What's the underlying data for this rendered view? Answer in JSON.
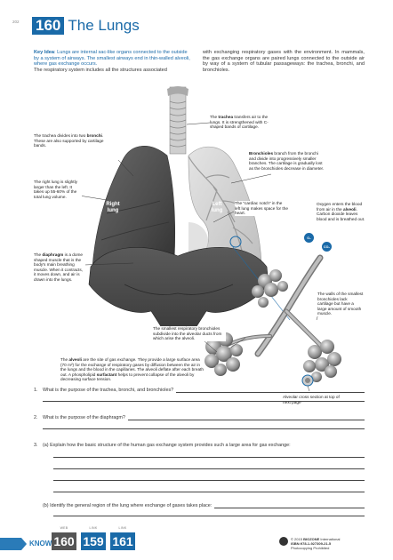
{
  "page": {
    "number": "202"
  },
  "header": {
    "activity_number": "160",
    "title": "The Lungs"
  },
  "intro": {
    "key_idea_label": "Key Idea",
    "key_idea_text": ": Lungs are internal sac-like organs connected to the outside by a system of airways. The smallest airways end in thin-walled alveoli, where gas exchange occurs.",
    "left_text": "The respiratory system includes all the structures associated",
    "right_text": "with exchanging respiratory gases with the environment. In mammals, the gas exchange organs are paired lungs connected to the outside air by way of a system of tubular passageways: the trachea, bronchi, and bronchioles."
  },
  "diagram": {
    "lung_right_label": "Right lung",
    "lung_left_label": "Left lung",
    "o2": "O₂",
    "co2": "CO₂",
    "callouts": {
      "trachea_pre": "The ",
      "trachea_bold": "trachea",
      "trachea_post": " transfers air to the lungs. It is strengthened with C-shaped bands of cartilage.",
      "bronchi_pre": "The trachea divides into two ",
      "bronchi_bold": "bronchi",
      "bronchi_post": ". These are also supported by cartilage bands.",
      "bronchioles_bold": "Bronchioles",
      "bronchioles_post": " branch from the bronchi and divide into progressively smaller branches. The cartilage is gradually lost as the bronchioles decrease in diameter.",
      "right_lung": "The right lung is slightly larger than the left. It takes up 55-60% of the total lung volume.",
      "cardiac_notch": "The \"cardiac notch\" in the left lung makes space for the heart.",
      "oxygen_pre": "Oxygen enters the blood from air in the ",
      "oxygen_bold": "alveoli",
      "oxygen_post": ". Carbon dioxide leaves blood and is breathed out.",
      "diaphragm_pre": "The ",
      "diaphragm_bold": "diaphragm",
      "diaphragm_post": " is a dome shaped muscle that is the body's main breathing muscle. When it contracts, it moves down, and air is drawn into the lungs.",
      "small_bronchioles": "The walls of the smallest bronchioles lack cartilage but have a large amount of smooth muscle.",
      "resp_bronchioles": "The smallest respiratory bronchioles subdivide into the alveolar ducts from which arise the alveoli.",
      "alveoli_pre": "The ",
      "alveoli_bold": "alveoli",
      "alveoli_mid": " are the site of gas exchange. They provide a large surface area (70 m²) for the exchange of respiratory gases by diffusion between the air in the lungs and the blood in the capillaries. The alveoli deflate after each breath out. A phospholipid ",
      "alveoli_bold2": "surfactant",
      "alveoli_post": " helps to prevent collapse of the alveoli by decreasing surface tension.",
      "cross_section": "Alveolar cross section at top of next page"
    }
  },
  "questions": {
    "q1_num": "1.",
    "q1_text": "What is the purpose of the trachea, bronchi, and bronchioles?",
    "q2_num": "2.",
    "q2_text": "What is the purpose of the diaphragm?",
    "q3_num": "3.",
    "q3a_text": "(a) Explain how the basic structure of the human gas exchange system provides such a large area for gas exchange:",
    "q3b_text": "(b) Identify the general region of the lung where exchange of gases takes place:"
  },
  "footer": {
    "know": "KNOW",
    "nav": [
      {
        "tag": "WEB",
        "number": "160",
        "color": "#555555"
      },
      {
        "tag": "LINK",
        "number": "159",
        "color": "#1a6aa8"
      },
      {
        "tag": "LINK",
        "number": "161",
        "color": "#1a6aa8"
      }
    ],
    "copyright_line1_pre": "© 2015 ",
    "copyright_line1_bold": "BIOZONE",
    "copyright_line1_post": " International",
    "copyright_line2": "ISBN:978-1-927309-21-5",
    "copyright_line3": "Photocopying Prohibited"
  },
  "colors": {
    "accent": "#1a6aa8",
    "nav_gray": "#555555"
  }
}
